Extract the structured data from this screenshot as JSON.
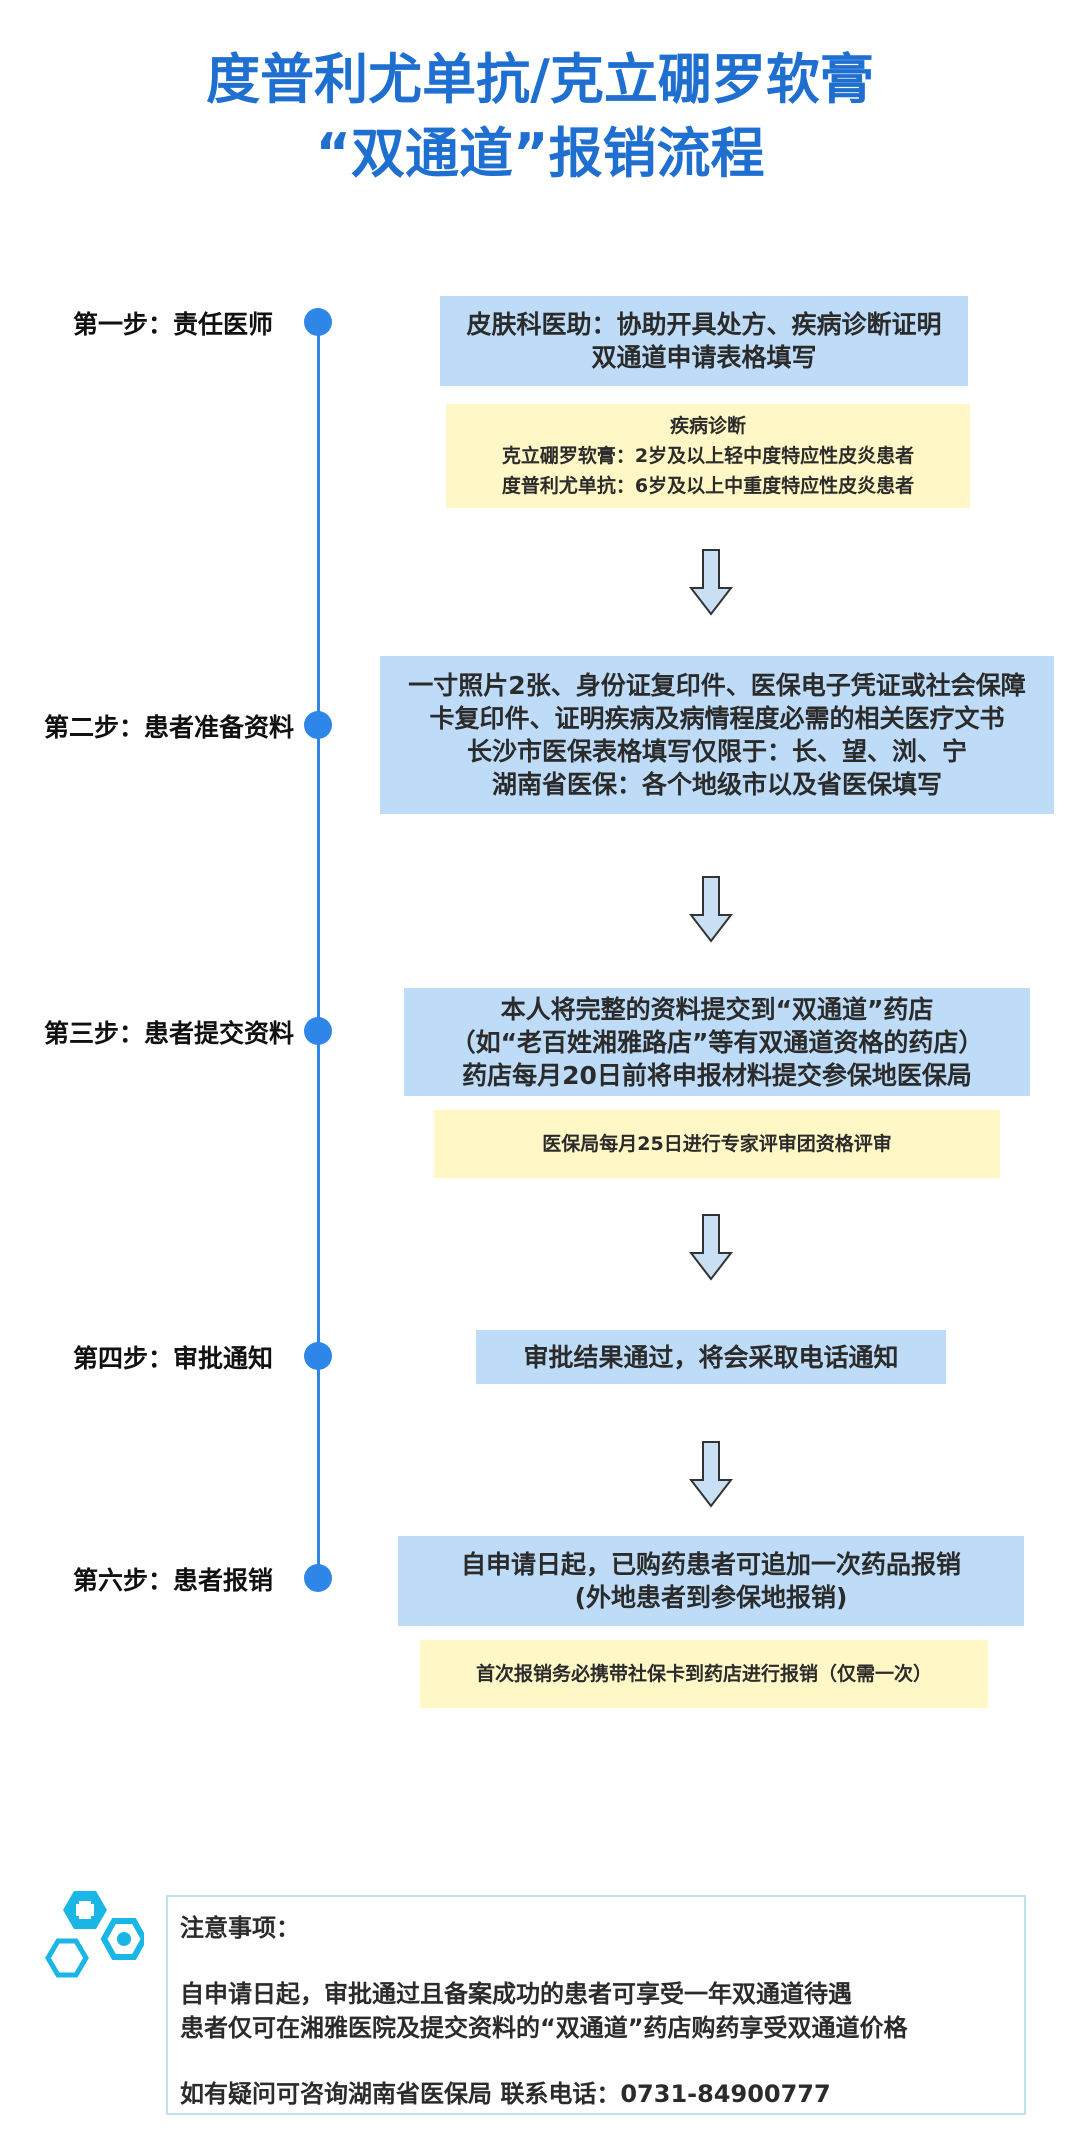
{
  "title": {
    "line1": "度普利尤单抗/克立硼罗软膏",
    "line2": "“双通道”报销流程"
  },
  "steps": [
    {
      "label": "第一步：责任医师",
      "main": [
        "皮肤科医助：协助开具处方、疾病诊断证明",
        "双通道申请表格填写"
      ],
      "note": [
        "疾病诊断",
        "克立硼罗软膏：2岁及以上轻中度特应性皮炎患者",
        "度普利尤单抗：6岁及以上中重度特应性皮炎患者"
      ]
    },
    {
      "label": "第二步：患者准备资料",
      "main": [
        "一寸照片2张、身份证复印件、医保电子凭证或社会保障",
        "卡复印件、证明疾病及病情程度必需的相关医疗文书",
        "长沙市医保表格填写仅限于：长、望、浏、宁",
        "湖南省医保：各个地级市以及省医保填写"
      ]
    },
    {
      "label": "第三步：患者提交资料",
      "main": [
        "本人将完整的资料提交到“双通道”药店",
        "（如“老百姓湘雅路店”等有双通道资格的药店）",
        "药店每月20日前将申报材料提交参保地医保局"
      ],
      "note": [
        "医保局每月25日进行专家评审团资格评审"
      ]
    },
    {
      "label": "第四步：审批通知",
      "main": [
        "审批结果通过，将会采取电话通知"
      ]
    },
    {
      "label": "第六步：患者报销",
      "main": [
        "自申请日起，已购药患者可追加一次药品报销",
        "(外地患者到参保地报销)"
      ],
      "note": [
        "首次报销务必携带社保卡到药店进行报销（仅需一次）"
      ]
    }
  ],
  "notice": {
    "heading": "注意事项：",
    "lines": [
      "自申请日起，审批通过且备案成功的患者可享受一年双通道待遇",
      "患者仅可在湘雅医院及提交资料的“双通道”药店购药享受双通道价格"
    ],
    "contact": "如有疑问可咨询湖南省医保局  联系电话：0731-84900777"
  },
  "icons": {
    "logo": "medical-cross-hexagon-icon",
    "arrow": "down-arrow-icon"
  },
  "colors": {
    "title": "#1f6fd1",
    "timeline": "#2e86e8",
    "box_blue": "#bedcf7",
    "box_yellow": "#fff8c6",
    "notice_border": "#bfe2ef"
  }
}
